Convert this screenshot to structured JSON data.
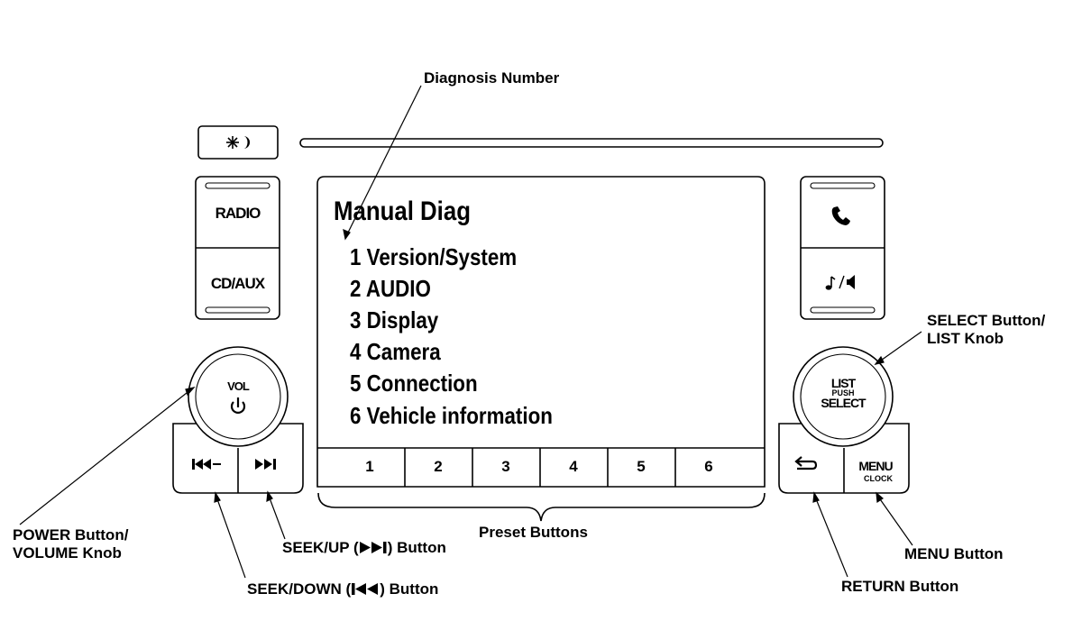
{
  "screen": {
    "title": "Manual Diag",
    "items": [
      "1 Version/System",
      "2 AUDIO",
      "3 Display",
      "4 Camera",
      "5 Connection",
      "6 Vehicle information"
    ]
  },
  "presets": [
    "1",
    "2",
    "3",
    "4",
    "5",
    "6"
  ],
  "buttons": {
    "radio": "RADIO",
    "cd_aux": "CD/AUX",
    "vol": "VOL",
    "list": "LIST",
    "push": "PUSH",
    "select": "SELECT",
    "menu": "MENU",
    "clock": "CLOCK"
  },
  "callouts": {
    "diagnosis_number": "Diagnosis Number",
    "select_line1": "SELECT Button/",
    "select_line2": "LIST Knob",
    "power_line1": "POWER Button/",
    "power_line2": "VOLUME Knob",
    "seek_up_prefix": "SEEK/UP (",
    "seek_up_suffix": ") Button",
    "seek_down_prefix": "SEEK/DOWN (",
    "seek_down_suffix": ") Button",
    "preset_buttons": "Preset Buttons",
    "menu_button": "MENU Button",
    "return_button": "RETURN Button"
  },
  "icons": {
    "brightness": "sun-moon-icon",
    "phone": "phone-icon",
    "audio_source": "music-speaker-icon",
    "power": "power-icon",
    "seek_down": "skip-back-icon",
    "seek_up": "skip-forward-icon",
    "return": "return-arrow-icon"
  }
}
